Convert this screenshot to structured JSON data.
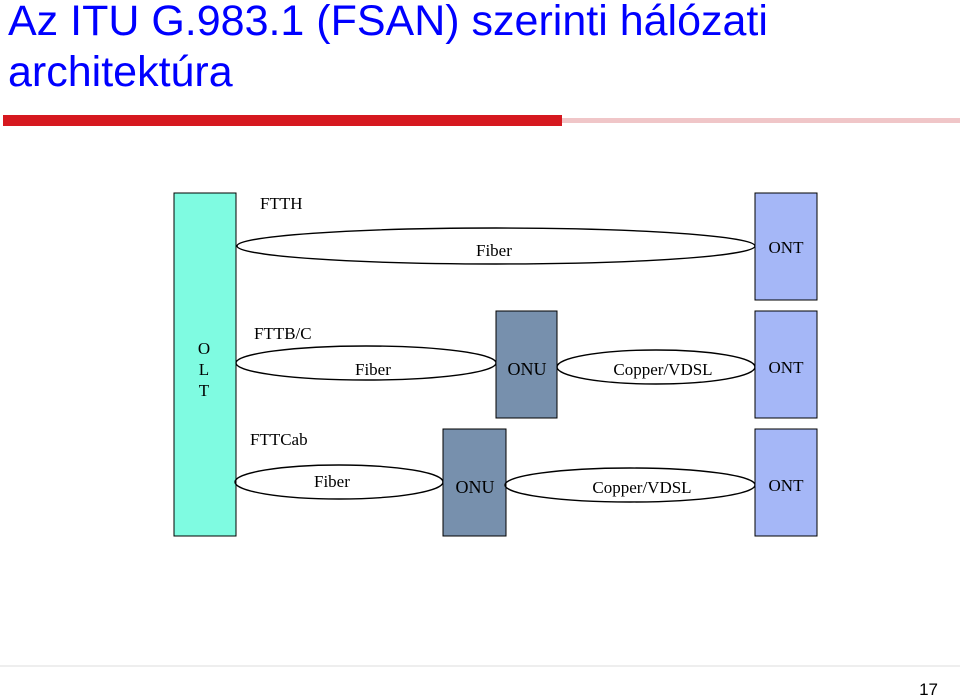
{
  "slide": {
    "title_line1": "Az ITU G.983.1 (FSAN) szerinti hálózati",
    "title_line2": "architektúra",
    "page_number": "17"
  },
  "diagram": {
    "olt_letters": [
      "O",
      "L",
      "T"
    ],
    "rows": {
      "ftth": {
        "label": "FTTH",
        "fiber": "Fiber",
        "ont": "ONT"
      },
      "fttb": {
        "label": "FTTB/C",
        "fiber": "Fiber",
        "onu": "ONU",
        "copper": "Copper/VDSL",
        "ont": "ONT"
      },
      "fttcab": {
        "label": "FTTCab",
        "fiber": "Fiber",
        "onu": "ONU",
        "copper": "Copper/VDSL",
        "ont": "ONT"
      }
    },
    "colors": {
      "olt": "#7ffbe1",
      "ont": "#a5b7f7",
      "onu": "#7790ad",
      "accent_bar": "#d6181f",
      "title": "#0000ff"
    }
  }
}
